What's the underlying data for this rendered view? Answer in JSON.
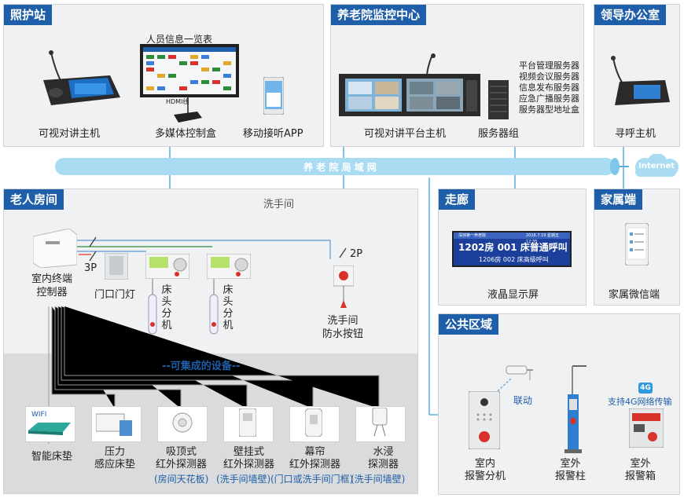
{
  "sections": {
    "nurse_station": "照护站",
    "monitor_center": "养老院监控中心",
    "leader_office": "领导办公室",
    "elder_room": "老人房间",
    "corridor": "走廊",
    "family": "家属端",
    "public_area": "公共区域"
  },
  "network": {
    "lan": "养 老 院 局 域 网",
    "internet": "Internet"
  },
  "nurse": {
    "info_table": "人员信息一览表",
    "hdmi": "HDMI线",
    "intercom_host": "可视对讲主机",
    "media_box": "多媒体控制盒",
    "mobile_app": "移动接听APP"
  },
  "monitor": {
    "platform_host": "可视对讲平台主机",
    "server_group": "服务器组",
    "servers": [
      "平台管理服务器",
      "视频会议服务器",
      "信息发布服务器",
      "应急广播服务器",
      "服务器型地址盒"
    ]
  },
  "leader": {
    "paging_host": "寻呼主机"
  },
  "room": {
    "washroom": "洗手间",
    "terminal": "室内终端\n控制器",
    "door_light": "门口门灯",
    "bed_unit_1": "床头分机",
    "bed_unit_2": "床头分机",
    "label_3p": "3P",
    "label_2p": "2P",
    "wash_button": "洗手间\n防水按钮",
    "integrable": "--可集成的设备--",
    "wifi": "WIFI",
    "smart_mattress": "智能床垫",
    "pressure_pad": "压力\n感应床垫",
    "ceiling_ir": "吸顶式\n红外探测器",
    "ceiling_ir_note": "(房间天花板)",
    "wall_ir": "壁挂式\n红外探测器",
    "wall_ir_note": "(洗手间墙壁)",
    "curtain_ir": "幕帘\n红外探测器",
    "curtain_ir_note": "(门口或洗手间门框)",
    "water_detector": "水浸\n探测器",
    "water_detector_note": "(洗手间墙壁)"
  },
  "corridor": {
    "screen_line1": "1202房 001 床普通呼叫",
    "screen_line2": "1206房 002 床高级呼叫",
    "screen_header_left": "深圳第一养老院",
    "screen_header_right": "2016.7.19 星期五 12:35",
    "lcd": "液晶显示屏"
  },
  "family": {
    "wechat": "家属微信端"
  },
  "public": {
    "linkage": "联动",
    "support_4g": "支持4G网络传输",
    "badge_4g": "4G",
    "indoor_alarm": "室内\n报警分机",
    "outdoor_pillar": "室外\n报警柱",
    "outdoor_box": "室外\n报警箱"
  },
  "colors": {
    "accent": "#1f5ea8",
    "lan": "#a9dcf2",
    "lan_text": "#ffffff",
    "red": "#d8322b"
  }
}
